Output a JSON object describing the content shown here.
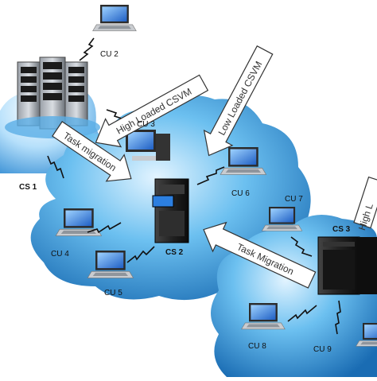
{
  "labels": {
    "cs1": "CS 1",
    "cs2": "CS 2",
    "cs3": "CS 3",
    "cu2": "CU 2",
    "cu3": "CU 3",
    "cu4": "CU 4",
    "cu5": "CU 5",
    "cu6": "CU 6",
    "cu7": "CU 7",
    "cu8": "CU 8",
    "cu9": "CU 9"
  },
  "arrows": {
    "high_loaded_1": "High Loaded CSVM",
    "low_loaded": "Low Loaded CSVM",
    "task_migration_1": "Task migration",
    "task_migration_2": "Task Migration",
    "high_loaded_2": "High L"
  },
  "colors": {
    "cloud_light": "#d9eefc",
    "cloud_mid": "#5ab3ea",
    "cloud_dark": "#1d6fb5",
    "arrow_fill": "#ffffff",
    "arrow_stroke": "#333333",
    "server_dark": "#1c1c1c",
    "laptop_screen": "#2a6fd6"
  }
}
